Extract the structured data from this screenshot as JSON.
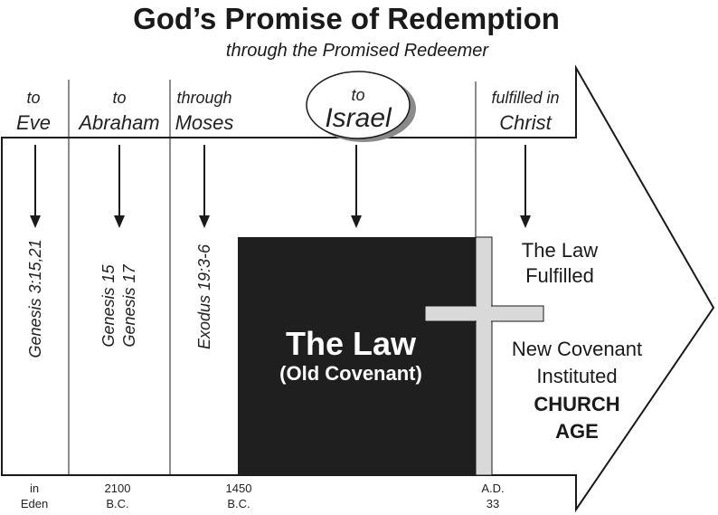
{
  "title": "God’s Promise of Redemption",
  "subtitle": "through the Promised Redeemer",
  "columns": [
    {
      "to_word": "to",
      "recipient": "Eve",
      "reference": [
        "Genesis 3:15,21"
      ],
      "date": [
        "in",
        "Eden"
      ]
    },
    {
      "to_word": "to",
      "recipient": "Abraham",
      "reference": [
        "Genesis 15",
        "Genesis 17"
      ],
      "date": [
        "2100",
        "B.C."
      ]
    },
    {
      "to_word": "through",
      "recipient": "Moses",
      "reference": [
        "Exodus 19:3-6"
      ],
      "date": [
        "1450",
        "B.C."
      ]
    },
    {
      "to_word": "to",
      "recipient": "Israel"
    },
    {
      "to_word": "fulfilled in",
      "recipient": "Christ",
      "date": [
        "A.D.",
        "33"
      ]
    }
  ],
  "law_box": {
    "title": "The Law",
    "subtitle": "(Old Covenant)"
  },
  "fulfilled": {
    "line1": "The Law",
    "line2": "Fulfilled"
  },
  "new_covenant": {
    "line1": "New Covenant",
    "line2": "Instituted",
    "line3": "CHURCH",
    "line4": "AGE"
  },
  "icons": [
    "down-arrow-icon",
    "cross-icon",
    "speech-bubble-icon"
  ],
  "colors": {
    "law_box": "#1f1f1f",
    "cross": "#d9d9d9",
    "ink": "#1a1a1a",
    "background": "#ffffff"
  }
}
